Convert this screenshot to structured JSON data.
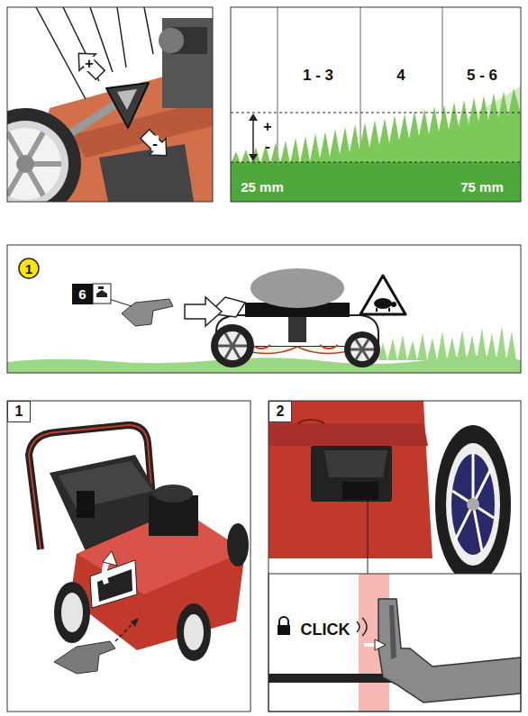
{
  "diagram": {
    "nodes": [
      {
        "text": [
          "1"
        ]
      },
      {
        "text": [
          "6"
        ]
      },
      {
        "text": [
          "1"
        ]
      },
      {
        "text": [
          "2"
        ]
      }
    ],
    "labels": [
      "+",
      "-",
      "1 - 3",
      "4",
      "5 - 6",
      "+",
      "-",
      "25 mm",
      "75 mm",
      "CLICK"
    ]
  }
}
